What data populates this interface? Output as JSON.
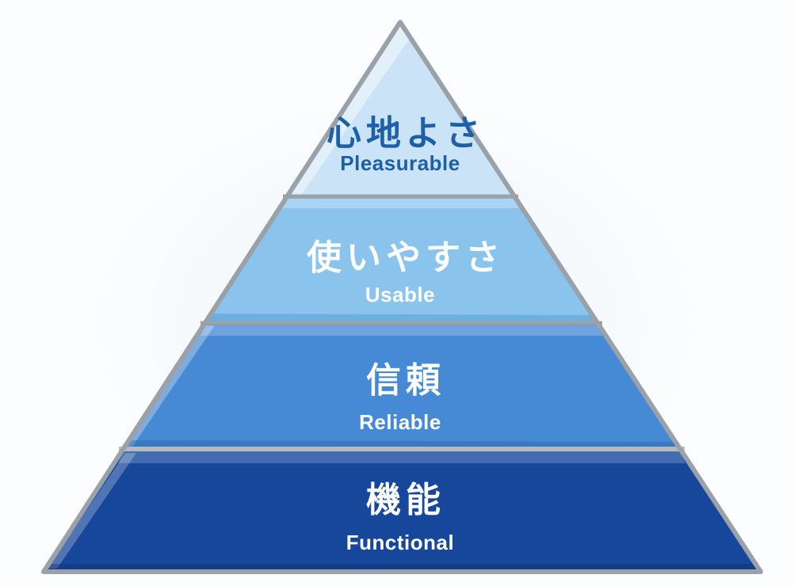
{
  "pyramid": {
    "levels": [
      {
        "jp": "心地よさ",
        "en": "Pleasurable",
        "fill": "#cbe3f6",
        "text_color": "#1d5fa9"
      },
      {
        "jp": "使いやすさ",
        "en": "Usable",
        "fill": "#8ac4ed",
        "text_color": "#fbfdff"
      },
      {
        "jp": "信頼",
        "en": "Reliable",
        "fill": "#4689d4",
        "text_color": "#fbfdff"
      },
      {
        "jp": "機能",
        "en": "Functional",
        "fill": "#16479b",
        "text_color": "#fbfdff"
      }
    ],
    "outline_color": "#9aa1a8",
    "divider_light_color": "#b4bac1"
  }
}
